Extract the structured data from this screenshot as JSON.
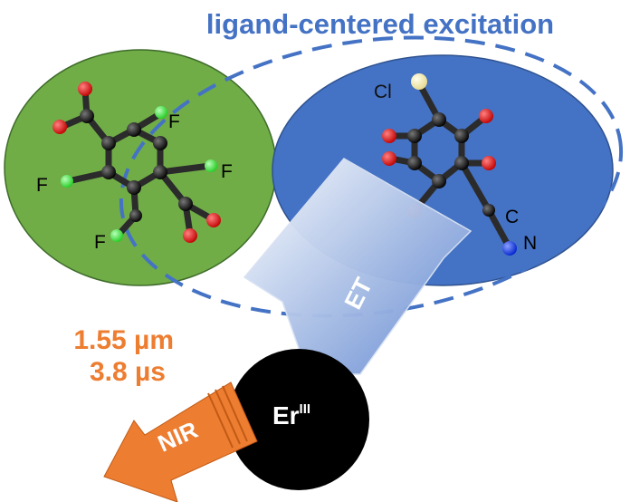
{
  "title": "ligand-centered excitation",
  "left_ligand": {
    "fill_color": "#70ad47",
    "atom_labels": [
      "F",
      "F",
      "F",
      "F"
    ]
  },
  "right_ligand": {
    "fill_color": "#4472c4",
    "atom_labels": {
      "chlorine": "Cl",
      "carbon": "C",
      "nitrogen": "N"
    }
  },
  "energy_transfer": {
    "label": "ET"
  },
  "erbium": {
    "symbol": "Er",
    "oxidation_state": "III"
  },
  "emission": {
    "wavelength": "1.55 µm",
    "lifetime": "3.8 µs",
    "arrow_label": "NIR",
    "color": "#ed7d31"
  },
  "colors": {
    "oxygen": "#e00000",
    "carbon": "#111111",
    "fluorine": "#33dd33",
    "chlorine": "#f2eca0",
    "nitrogen": "#1a3de0",
    "dashed_outline": "#4472c4"
  }
}
